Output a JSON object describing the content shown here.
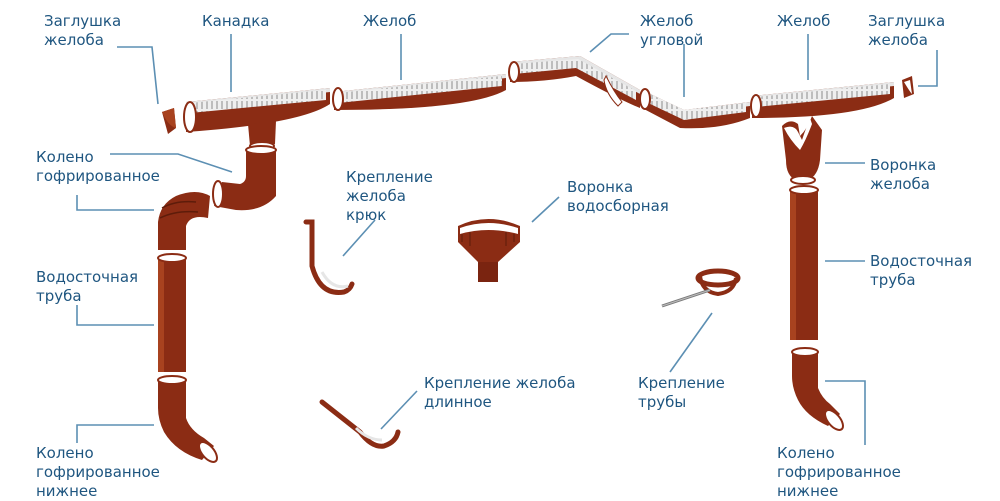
{
  "colors": {
    "metal": "#8b2c14",
    "metal_dark": "#5e1c0a",
    "metal_light": "#a8421f",
    "inner": "#ffffff",
    "gutter_top": "#e3e3e3",
    "leader": "#5c8fb3",
    "label": "#1f5680"
  },
  "labels": {
    "zaglushka_left": [
      "Заглушка",
      "желоба"
    ],
    "kanadka": [
      "Канадка"
    ],
    "zhelob_1": [
      "Желоб"
    ],
    "zhelob_uglovoy": [
      "Желоб",
      "угловой"
    ],
    "zhelob_2": [
      "Желоб"
    ],
    "zaglushka_right": [
      "Заглушка",
      "желоба"
    ],
    "koleno_gofr": [
      "Колено",
      "гофрированное"
    ],
    "vodostochnaya_left": [
      "Водосточная",
      "труба"
    ],
    "koleno_nizhnee_left": [
      "Колено",
      "гофрированное",
      "нижнее"
    ],
    "kreplenie_kryuk": [
      "Крепление",
      "желоба",
      "крюк"
    ],
    "voronka_vodosbornaya": [
      "Воронка",
      "водосборная"
    ],
    "kreplenie_dlinnoe": [
      "Крепление желоба",
      "длинное"
    ],
    "kreplenie_truby": [
      "Крепление",
      "трубы"
    ],
    "voronka_zheloba": [
      "Воронка",
      "желоба"
    ],
    "vodostochnaya_right": [
      "Водосточная",
      "труба"
    ],
    "koleno_nizhnee_right": [
      "Колено",
      "гофрированное",
      "нижнее"
    ]
  }
}
